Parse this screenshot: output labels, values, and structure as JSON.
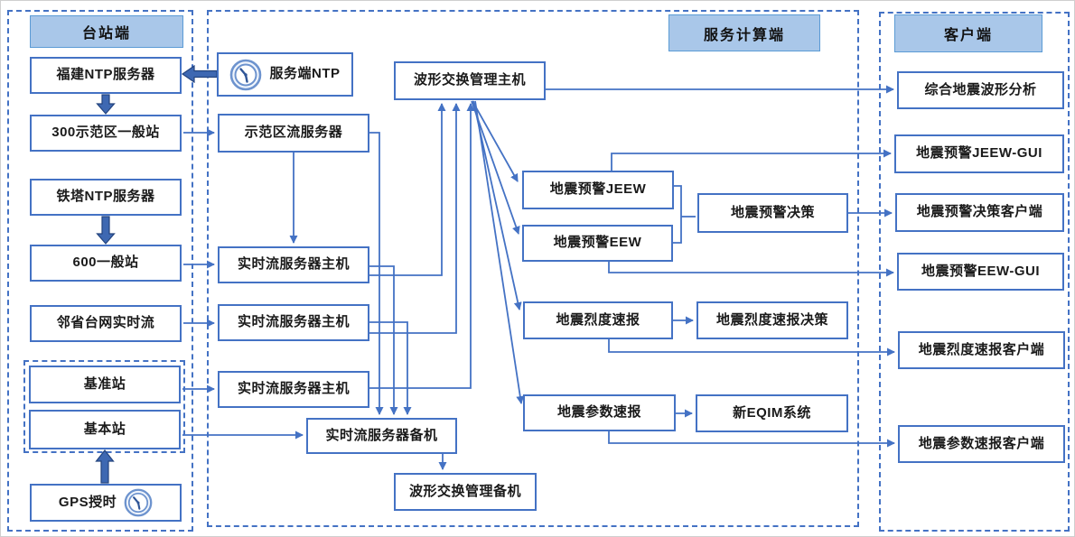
{
  "colors": {
    "connector": "#4472C4",
    "box_border": "#4472C4",
    "thick_arrow_fill": "#3E68B2",
    "thick_arrow_border": "#24447E",
    "header_fill": "#A9C7E9",
    "header_border": "#5B9BD5",
    "panel_border": "#4472C4",
    "text": "#1A1A1A",
    "background": "#FFFFFF"
  },
  "panels": {
    "station": {
      "title": "台站端"
    },
    "service": {
      "title": "服务计算端"
    },
    "client": {
      "title": "客户端"
    }
  },
  "nodes": {
    "fujian_ntp": "福建NTP服务器",
    "demo_300": "300示范区一般站",
    "tower_ntp": "铁塔NTP服务器",
    "general_600": "600一般站",
    "neighbor_stream": "邻省台网实时流",
    "base_ref": "基准站",
    "base_basic": "基本站",
    "gps_timing": "GPS授时",
    "server_ntp": "服务端NTP",
    "demo_stream_server": "示范区流服务器",
    "wave_exchange_main": "波形交换管理主机",
    "rt_server_1": "实时流服务器主机",
    "rt_server_2": "实时流服务器主机",
    "rt_server_3": "实时流服务器主机",
    "rt_server_backup": "实时流服务器备机",
    "wave_exchange_backup": "波形交换管理备机",
    "eew_jeew": "地震预警JEEW",
    "eew_eew": "地震预警EEW",
    "eew_decision": "地震预警决策",
    "intensity_report": "地震烈度速报",
    "intensity_decision": "地震烈度速报决策",
    "param_report": "地震参数速报",
    "new_eqim": "新EQIM系统",
    "wave_analysis": "综合地震波形分析",
    "jeew_gui": "地震预警JEEW-GUI",
    "decision_client": "地震预警决策客户端",
    "eew_gui": "地震预警EEW-GUI",
    "intensity_client": "地震烈度速报客户端",
    "param_client": "地震参数速报客户端"
  },
  "icons": {
    "server_ntp": "clock-icon",
    "gps_timing": "clock-icon"
  },
  "edges": [
    {
      "from": "server_ntp",
      "to": "fujian_ntp",
      "style": "thick"
    },
    {
      "from": "fujian_ntp",
      "to": "demo_300",
      "style": "thick"
    },
    {
      "from": "tower_ntp",
      "to": "general_600",
      "style": "thick"
    },
    {
      "from": "gps_timing",
      "to": "base_basic",
      "style": "thick"
    },
    {
      "from": "demo_300",
      "to": "demo_stream_server",
      "style": "thin"
    },
    {
      "from": "demo_stream_server",
      "to": "rt_server_1",
      "style": "thin"
    },
    {
      "from": "demo_stream_server",
      "to": "rt_server_backup",
      "style": "thin"
    },
    {
      "from": "general_600",
      "to": "rt_server_1",
      "style": "thin"
    },
    {
      "from": "neighbor_stream",
      "to": "rt_server_2",
      "style": "thin"
    },
    {
      "from": "base_ref",
      "to": "rt_server_3",
      "style": "thin"
    },
    {
      "from": "base_basic",
      "to": "rt_server_backup",
      "style": "thin"
    },
    {
      "from": "rt_server_1",
      "to": "wave_exchange_main",
      "style": "thin"
    },
    {
      "from": "rt_server_1",
      "to": "rt_server_backup",
      "style": "thin"
    },
    {
      "from": "rt_server_2",
      "to": "wave_exchange_main",
      "style": "thin"
    },
    {
      "from": "rt_server_2",
      "to": "rt_server_backup",
      "style": "thin"
    },
    {
      "from": "rt_server_3",
      "to": "wave_exchange_main",
      "style": "thin"
    },
    {
      "from": "rt_server_backup",
      "to": "wave_exchange_backup",
      "style": "thin"
    },
    {
      "from": "wave_exchange_main",
      "to": "wave_analysis",
      "style": "thin"
    },
    {
      "from": "wave_exchange_main",
      "to": "eew_jeew",
      "style": "thin"
    },
    {
      "from": "wave_exchange_main",
      "to": "eew_eew",
      "style": "thin"
    },
    {
      "from": "wave_exchange_main",
      "to": "intensity_report",
      "style": "thin"
    },
    {
      "from": "wave_exchange_main",
      "to": "param_report",
      "style": "thin"
    },
    {
      "from": "eew_jeew",
      "to": "jeew_gui",
      "style": "thin"
    },
    {
      "from": "eew_jeew",
      "to": "eew_decision",
      "style": "thin"
    },
    {
      "from": "eew_eew",
      "to": "eew_decision",
      "style": "thin"
    },
    {
      "from": "eew_eew",
      "to": "eew_gui",
      "style": "thin"
    },
    {
      "from": "eew_decision",
      "to": "decision_client",
      "style": "thin"
    },
    {
      "from": "intensity_report",
      "to": "intensity_decision",
      "style": "thin"
    },
    {
      "from": "intensity_report",
      "to": "intensity_client",
      "style": "thin"
    },
    {
      "from": "param_report",
      "to": "new_eqim",
      "style": "thin"
    },
    {
      "from": "param_report",
      "to": "param_client",
      "style": "thin"
    }
  ]
}
